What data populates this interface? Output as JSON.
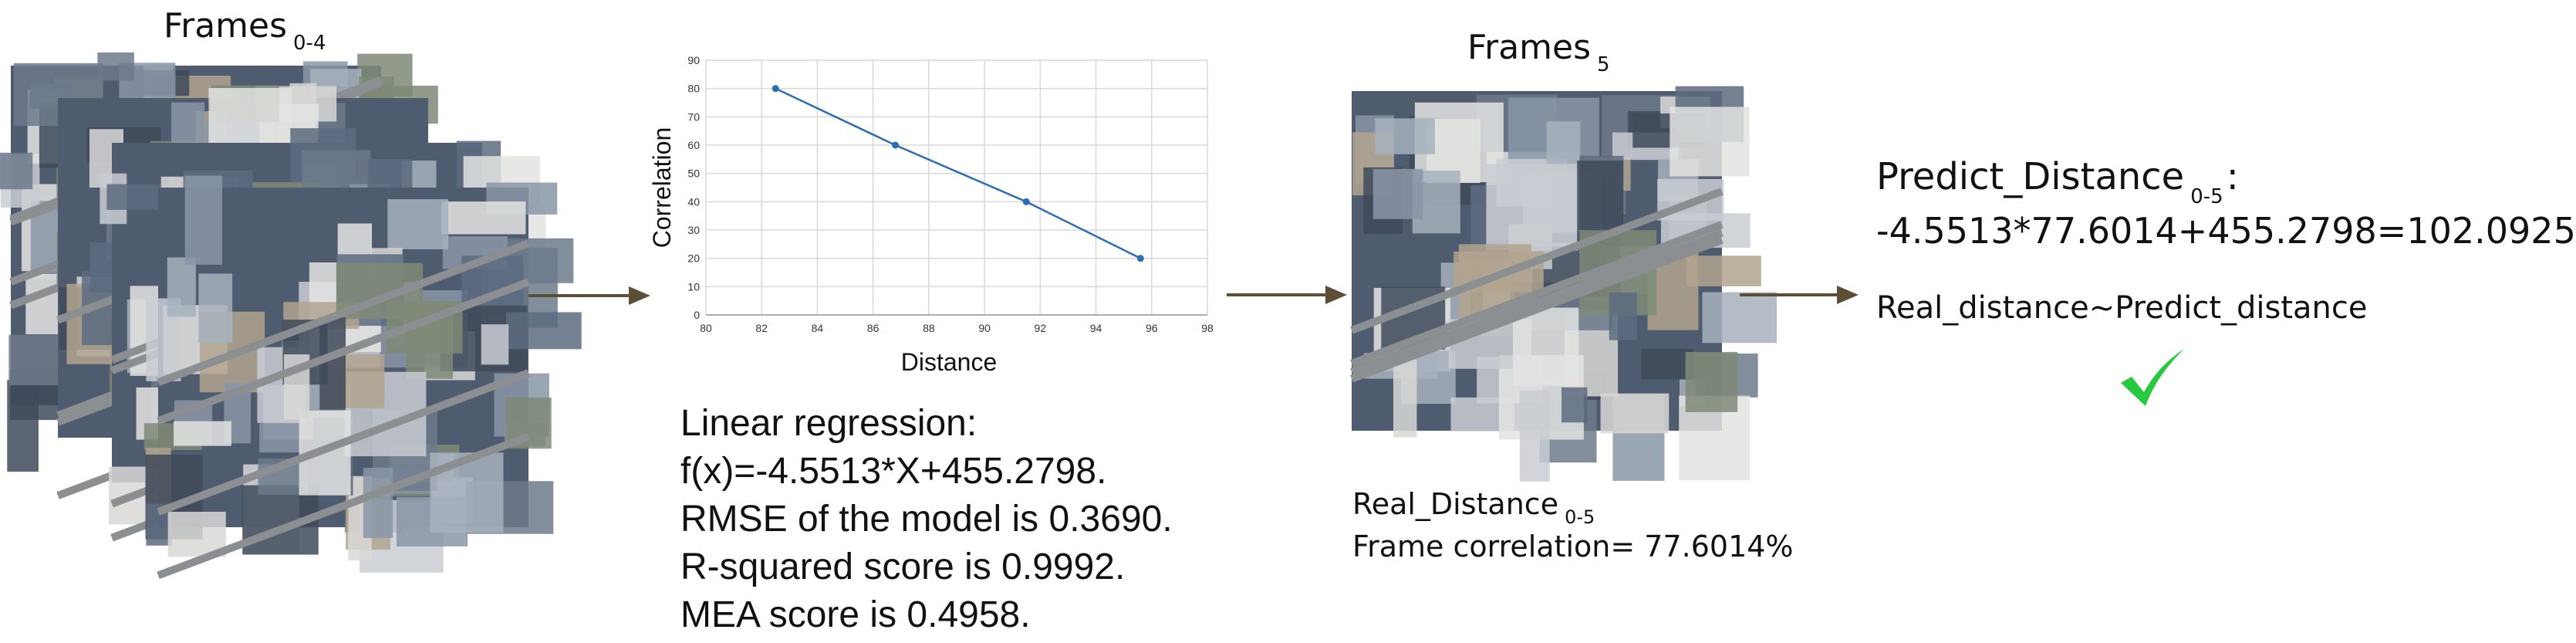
{
  "left_stack": {
    "title": "Frames",
    "subscript": "0-4"
  },
  "middle_frame": {
    "title": "Frames",
    "subscript": "5"
  },
  "regression": {
    "lines": [
      "Linear regression:",
      "f(x)=-4.5513*X+455.2798.",
      "RMSE of the model is 0.3690.",
      "R-squared score is 0.9992.",
      "MEA score is 0.4958."
    ]
  },
  "real": {
    "title": "Real_Distance",
    "subscript": "0-5",
    "correlation": "Frame correlation= 77.6014%"
  },
  "predict": {
    "title": "Predict_Distance",
    "subscript": "0-5",
    "suffix": ":",
    "formula": "-4.5513*77.6014+455.2798=102.0925",
    "compare": "Real_distance~Predict_distance"
  },
  "colors": {
    "line": "#2e6db5",
    "arrow": "#5d4e38",
    "check": "#27c93f",
    "grid": "#d9d9d9"
  },
  "chart_data": {
    "type": "line",
    "xlabel": "Distance",
    "ylabel": "Correlation",
    "xlim": [
      80,
      98
    ],
    "ylim": [
      0,
      90
    ],
    "xticks": [
      80,
      82,
      84,
      86,
      88,
      90,
      92,
      94,
      96,
      98
    ],
    "yticks": [
      0,
      10,
      20,
      30,
      40,
      50,
      60,
      70,
      80,
      90
    ],
    "x": [
      82.5,
      86.8,
      91.5,
      95.6
    ],
    "y": [
      80,
      60,
      40,
      20
    ],
    "grid": true
  }
}
